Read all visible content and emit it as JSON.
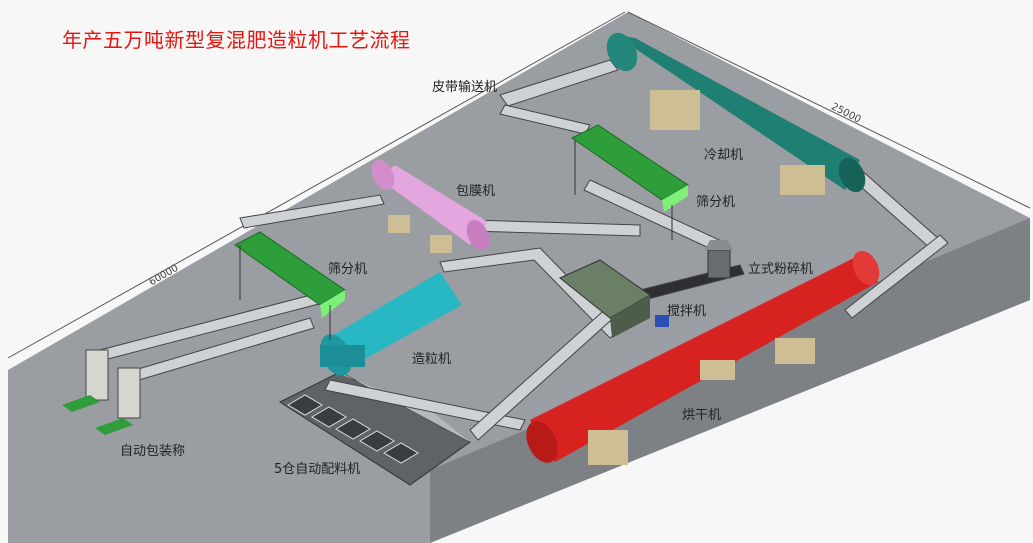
{
  "title": "年产五万吨新型复混肥造粒机工艺流程",
  "labels": {
    "belt_conveyor": "皮带输送机",
    "cooler": "冷却机",
    "coating_machine": "包膜机",
    "screener_right": "筛分机",
    "screener_left": "筛分机",
    "vertical_crusher": "立式粉碎机",
    "mixer": "搅拌机",
    "granulator": "造粒机",
    "dryer": "烘干机",
    "auto_packing": "自动包装称",
    "batching": "5仓自动配料机"
  },
  "dimensions": {
    "length": "60000",
    "width": "25000"
  },
  "colors": {
    "title": "#e8150e",
    "cooler": "#1f7f73",
    "dryer": "#d8221f",
    "granulator": "#27b8c4",
    "coating": "#e3a6de",
    "screener": "#2e9e3a",
    "floor": "#8d9095"
  }
}
